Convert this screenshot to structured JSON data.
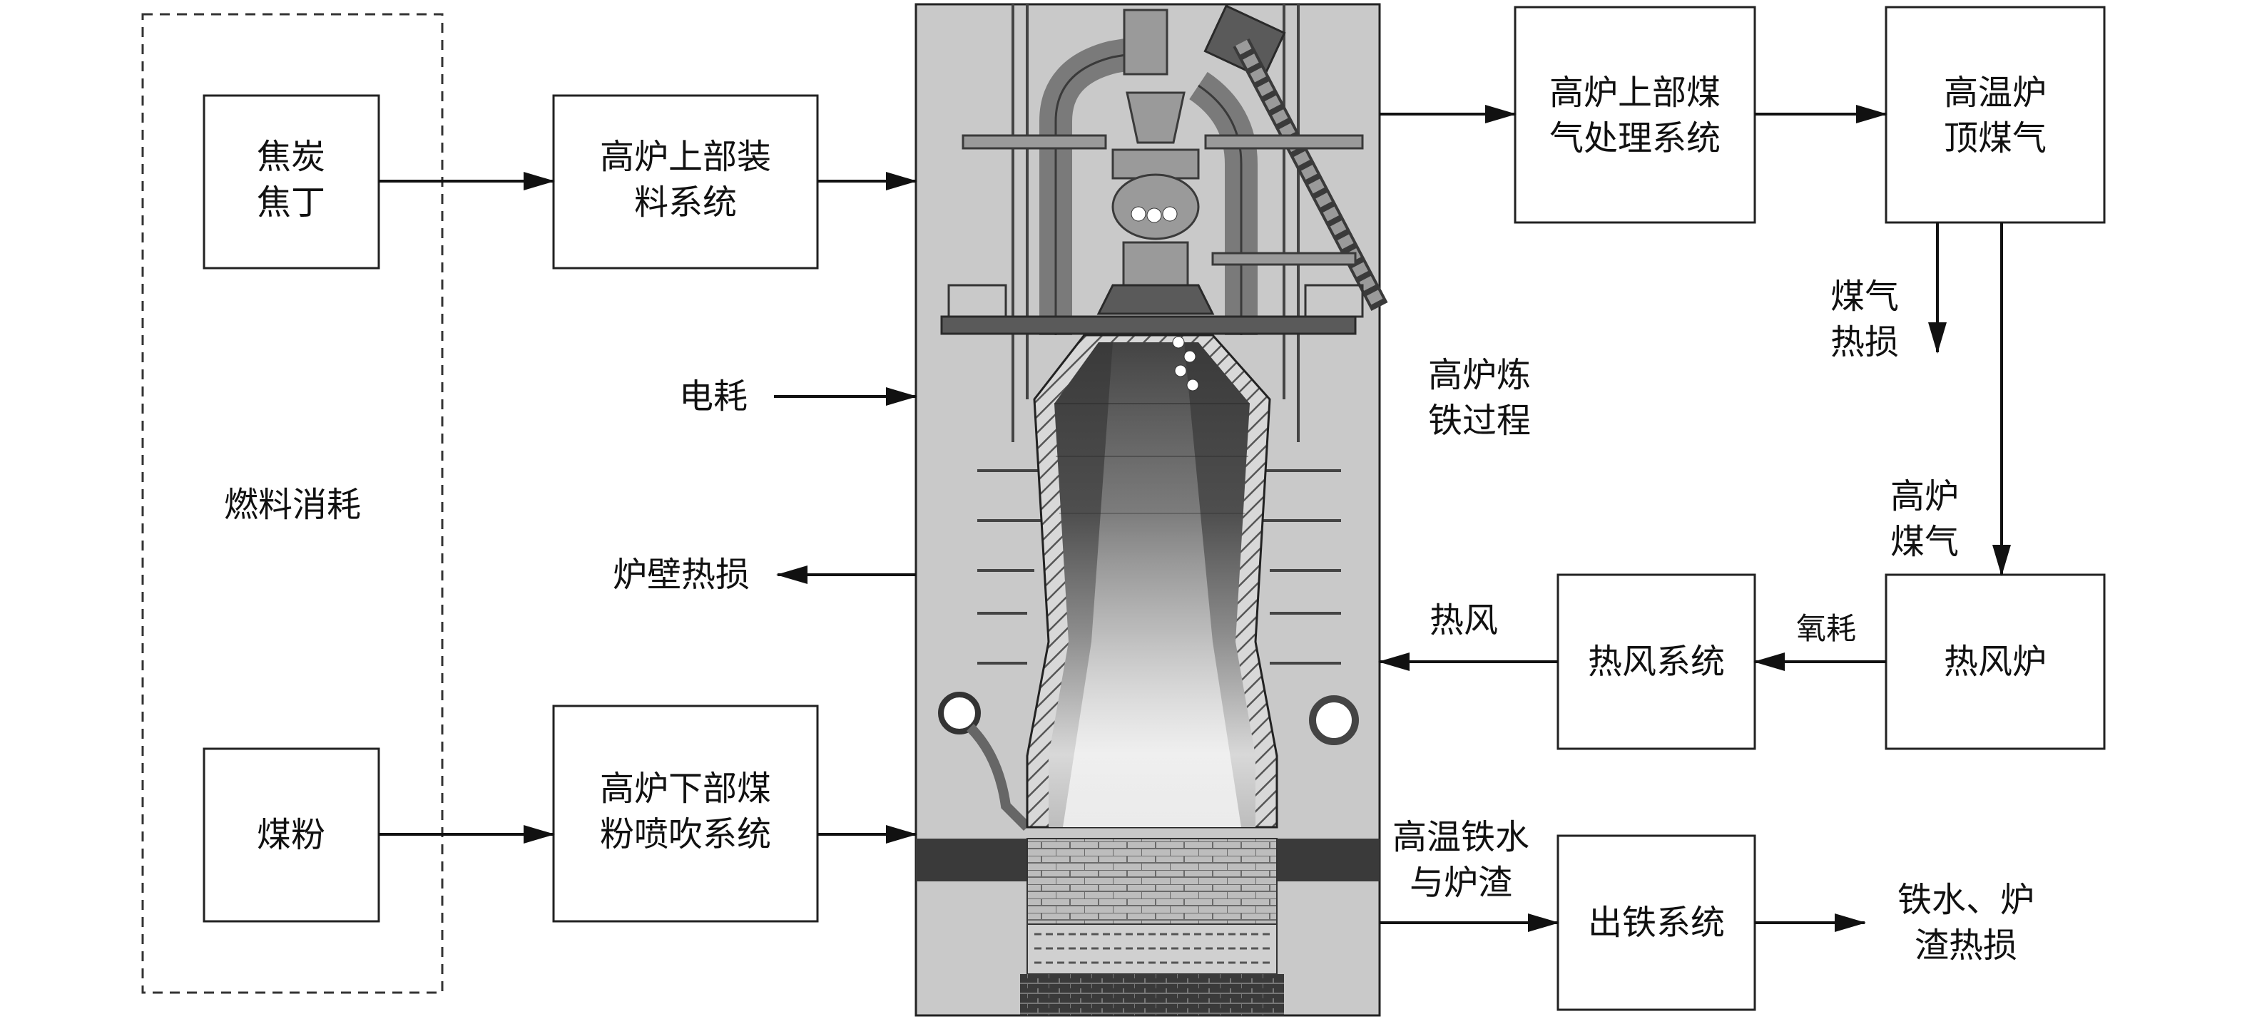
{
  "fuel_group": {
    "label": "燃料消耗"
  },
  "boxes": {
    "coke": [
      "焦炭",
      "焦丁"
    ],
    "coal_powder": [
      "煤粉"
    ],
    "top_charging": [
      "高炉上部装",
      "料系统"
    ],
    "coal_injection": [
      "高炉下部煤",
      "粉喷吹系统"
    ],
    "gas_treatment": [
      "高炉上部煤",
      "气处理系统"
    ],
    "hot_top_gas": [
      "高温炉",
      "顶煤气"
    ],
    "hot_blast_stove": [
      "热风炉"
    ],
    "hot_blast_system": [
      "热风系统"
    ],
    "tapping_system": [
      "出铁系统"
    ]
  },
  "labels": {
    "power": "电耗",
    "wall_loss": "炉壁热损",
    "process": [
      "高炉炼",
      "铁过程"
    ],
    "gas_loss": [
      "煤气",
      "热损"
    ],
    "bf_gas": [
      "高炉",
      "煤气"
    ],
    "oxygen": "氧耗",
    "hot_blast": "热风",
    "hot_metal_slag": [
      "高温铁水",
      "与炉渣"
    ],
    "metal_slag_loss": [
      "铁水、炉",
      "渣热损"
    ]
  },
  "colors": {
    "line": "#111111",
    "furnace_bg": "#c9c9c9",
    "steel": "#9a9a9a"
  },
  "furnace_image": {
    "icon": "blast-furnace-cross-section"
  }
}
